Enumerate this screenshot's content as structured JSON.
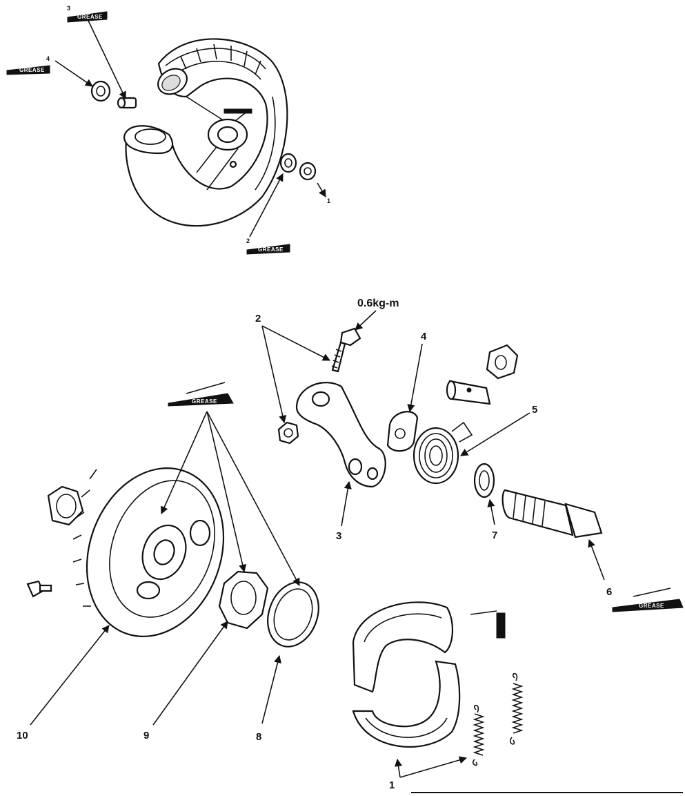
{
  "top_assembly": {
    "labels": [
      "1",
      "2",
      "3",
      "4"
    ],
    "grease_text": "GREASE"
  },
  "bottom_assembly": {
    "labels": [
      "1",
      "2",
      "3",
      "4",
      "5",
      "6",
      "7",
      "8",
      "9",
      "10"
    ],
    "torque": "0.6kg-m",
    "grease_text_left": "GREASE",
    "grease_text_right": "GREASE"
  }
}
